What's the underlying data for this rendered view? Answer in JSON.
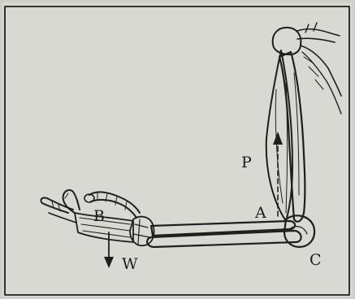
{
  "labels": {
    "p": "P",
    "a": "A",
    "b": "B",
    "w": "W",
    "c": "C"
  }
}
